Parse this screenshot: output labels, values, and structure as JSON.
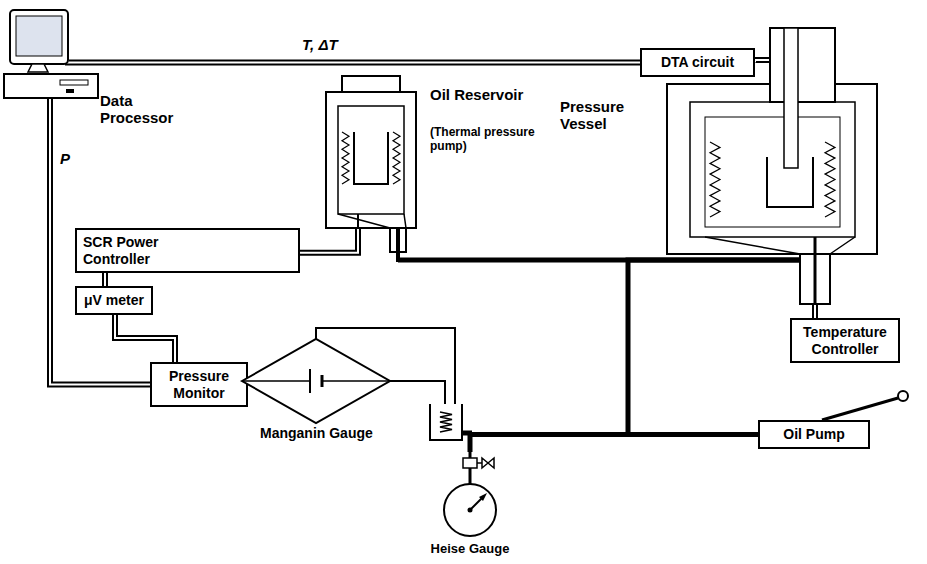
{
  "diagram": {
    "nodes": [
      {
        "text": [
          "Data Processor"
        ]
      },
      {
        "text": [
          "DTA circuit"
        ]
      },
      {
        "text": [
          "Oil Reservoir",
          "(Thermal pressure pump)"
        ]
      },
      {
        "text": [
          "Pressure Vessel"
        ]
      },
      {
        "text": [
          "SCR Power Controller"
        ]
      },
      {
        "text": [
          "μV meter"
        ]
      },
      {
        "text": [
          "Pressure Monitor"
        ]
      },
      {
        "text": [
          "Manganin Gauge"
        ]
      },
      {
        "text": [
          "Temperature Controller"
        ]
      },
      {
        "text": [
          "Oil Pump"
        ]
      },
      {
        "text": [
          "Heise Gauge"
        ]
      }
    ],
    "edges": [
      {
        "from": 0,
        "to": 1,
        "label": "T, ΔT",
        "arrow": "none"
      },
      {
        "from": 1,
        "to": 3,
        "arrow": "none"
      },
      {
        "from": 0,
        "to": 6,
        "label": "P",
        "arrow": "none"
      },
      {
        "from": 4,
        "to": 2,
        "arrow": "none"
      },
      {
        "from": 4,
        "to": 5,
        "arrow": "none"
      },
      {
        "from": 5,
        "to": 6,
        "arrow": "none"
      },
      {
        "from": 6,
        "to": 7,
        "arrow": "none"
      },
      {
        "from": 2,
        "to": 3,
        "arrow": "none"
      },
      {
        "from": 3,
        "to": 8,
        "arrow": "none"
      },
      {
        "from": 9,
        "to": 3,
        "arrow": "none"
      },
      {
        "from": 10,
        "to": 9,
        "arrow": "none"
      }
    ]
  }
}
